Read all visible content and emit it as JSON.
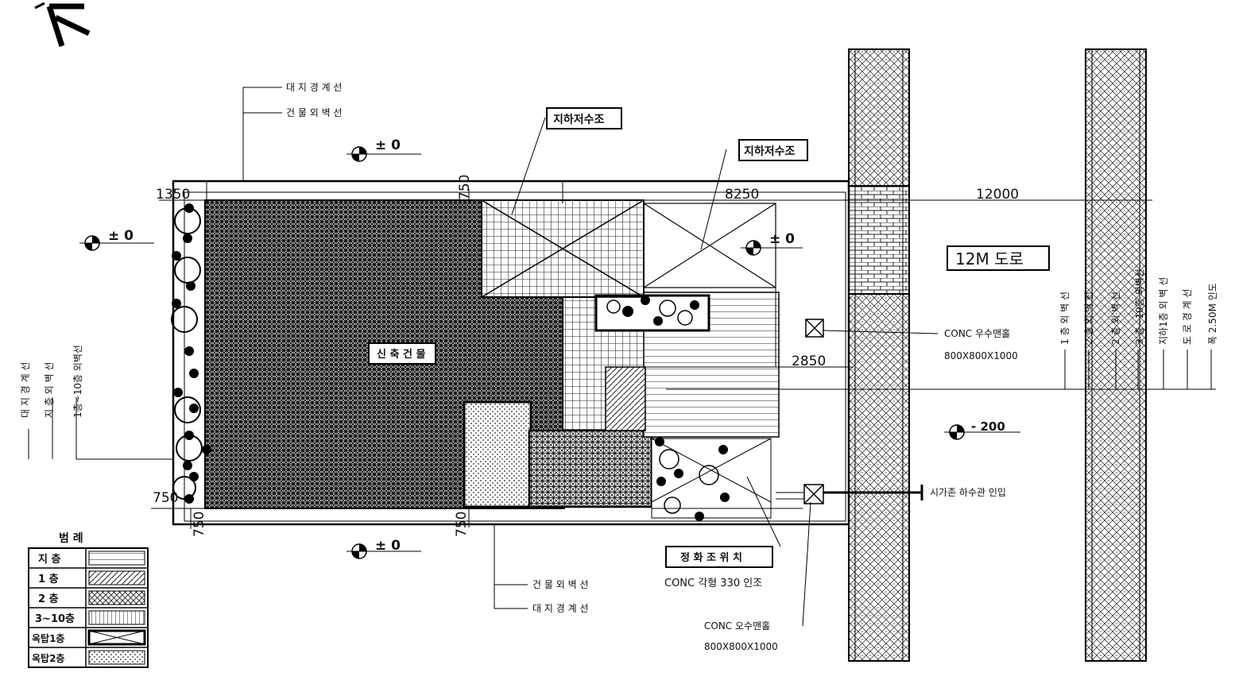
{
  "labels": {
    "building_outline_top": "건 물 외 벽 선",
    "site_boundary_top": "대 지 경 계 선",
    "underground_tank_1": "지하저수조",
    "underground_tank_2": "지하저수조",
    "existing_building": "신 축 건 물",
    "road": "12M 도로",
    "rain_sump": "CONC 우수맨홀",
    "rain_sump_size": "800X800X1000",
    "sewer_inlet": "시가존 하수관 인입",
    "septic_tank": "정 화 조 위 치",
    "septic_tank_desc": "CONC 각형 330 인조",
    "sewage_sump": "CONC 오수맨홀",
    "sewage_sump_size": "800X800X1000",
    "building_outline_bottom": "건 물 외 벽 선",
    "site_boundary_bottom": "대 지 경 계 선"
  },
  "levels": {
    "top": "± 0",
    "left": "± 0",
    "right": "± 0",
    "bottom": "± 0",
    "road": "- 200"
  },
  "dimensions": {
    "left_top": "1350",
    "top_750": "750",
    "top_8250": "8250",
    "road_12000": "12000",
    "right_2850": "2850",
    "left_bottom_750": "750",
    "bottom_left_750": "750",
    "bottom_mid_750": "750"
  },
  "left_vertical_labels": [
    "대 지 경 계 선",
    "지 층 외 벽 선",
    "1층~10층 외벽선"
  ],
  "right_vertical_labels": [
    "1 층 외 벽 선",
    "2 층 외 벽 선",
    "2 층 외 벽 선",
    "3 층~10층 외벽선",
    "지하1층 외 벽 선",
    "도 로 경 계 선",
    "폭 2.50M 인도"
  ],
  "legend": {
    "title": "범      례",
    "rows": [
      {
        "label": "지  층"
      },
      {
        "label": "1  층"
      },
      {
        "label": "2  층"
      },
      {
        "label": "3~10층"
      },
      {
        "label": "옥탑1층"
      },
      {
        "label": "옥탑2층"
      }
    ]
  }
}
